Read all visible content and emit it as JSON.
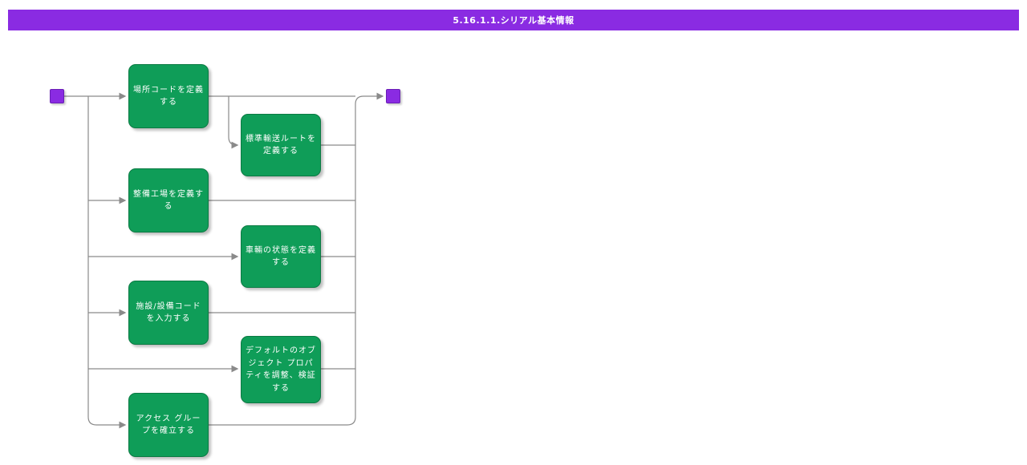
{
  "header": {
    "title": "5.16.1.1.シリアル基本情報"
  },
  "diagram": {
    "type": "activity-flowchart",
    "start_node": "start",
    "end_node": "end",
    "activities": [
      {
        "label": "場所コードを定義する"
      },
      {
        "label": "標準輸送ルートを定義する"
      },
      {
        "label": "整備工場を定義する"
      },
      {
        "label": "車輛の状態を定義する"
      },
      {
        "label": "施設/設備コードを入力する"
      },
      {
        "label": "デフォルトのオブジェクト プロパティを調整、検証する"
      },
      {
        "label": "アクセス グループを確立する"
      }
    ]
  },
  "colors": {
    "accent": "#8a2be2",
    "activity": "#0f9d58",
    "activity-border": "#0b7a43",
    "line": "#8a8a8a",
    "text": "#ffffff"
  }
}
